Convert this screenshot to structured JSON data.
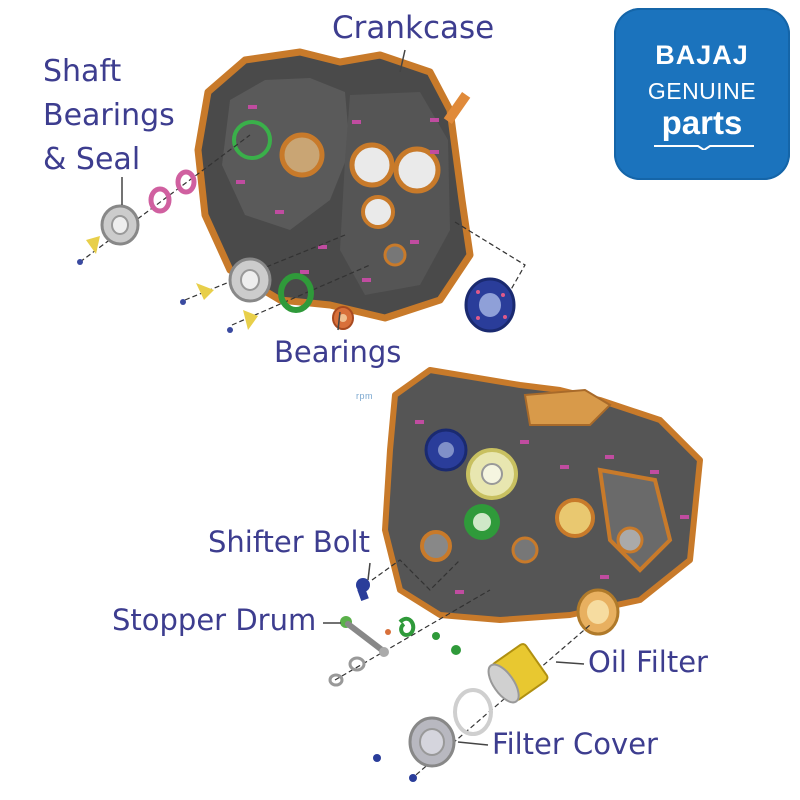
{
  "labels": {
    "crankcase": "Crankcase",
    "shaft_line1": "Shaft",
    "shaft_line2": "Bearings",
    "shaft_line3": "& Seal",
    "bearings": "Bearings",
    "shifter_bolt": "Shifter Bolt",
    "stopper_drum": "Stopper Drum",
    "oil_filter": "Oil Filter",
    "filter_cover": "Filter Cover"
  },
  "logo": {
    "brand": "BAJAJ",
    "genuine": "GENUINE",
    "parts": "parts",
    "background_color": "#1b73bd"
  },
  "watermark": "rpm",
  "colors": {
    "label_text": "#3d3d8f",
    "casing_dark": "#4a4a4a",
    "gasket_orange": "#c87a2a",
    "part_blue": "#2a3d9a",
    "part_green": "#2f9a3a",
    "part_pink": "#d060a0",
    "part_yellow": "#e8cf4a"
  }
}
